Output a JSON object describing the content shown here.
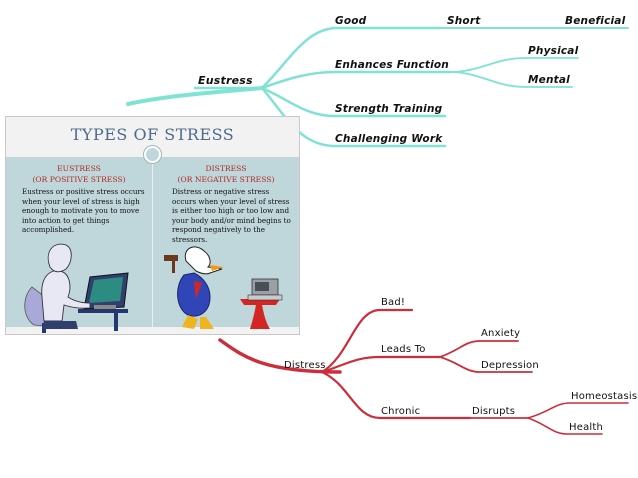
{
  "card": {
    "title": "TYPES  OF  STRESS",
    "eustress_heading": "EUSTRESS",
    "eustress_subheading": "(OR  POSITIVE  STRESS)",
    "eustress_text": "Eustress or positive stress occurs when your level of stress is high enough to motivate you to move into action to get things accomplished.",
    "distress_heading": "DISTRESS",
    "distress_subheading": "(OR  NEGATIVE  STRESS)",
    "distress_text": "Distress or negative stress occurs when your level of stress is either too high or too low and your body and/or mind begins to respond negatively to the stressors."
  },
  "eustress_map": {
    "color": "#7fe3d4",
    "root": "Eustress",
    "good": "Good",
    "short": "Short",
    "beneficial": "Beneficial",
    "enhances_function": "Enhances Function",
    "physical": "Physical",
    "mental": "Mental",
    "strength_training": "Strength Training",
    "challenging_work": "Challenging Work"
  },
  "distress_map": {
    "color": "#cc2e3b",
    "root": "Distress",
    "bad": "Bad!",
    "leads_to": "Leads To",
    "anxiety": "Anxiety",
    "depression": "Depression",
    "chronic": "Chronic",
    "disrupts": "Disrupts",
    "homeostasis": "Homeostasis",
    "health": "Health"
  }
}
